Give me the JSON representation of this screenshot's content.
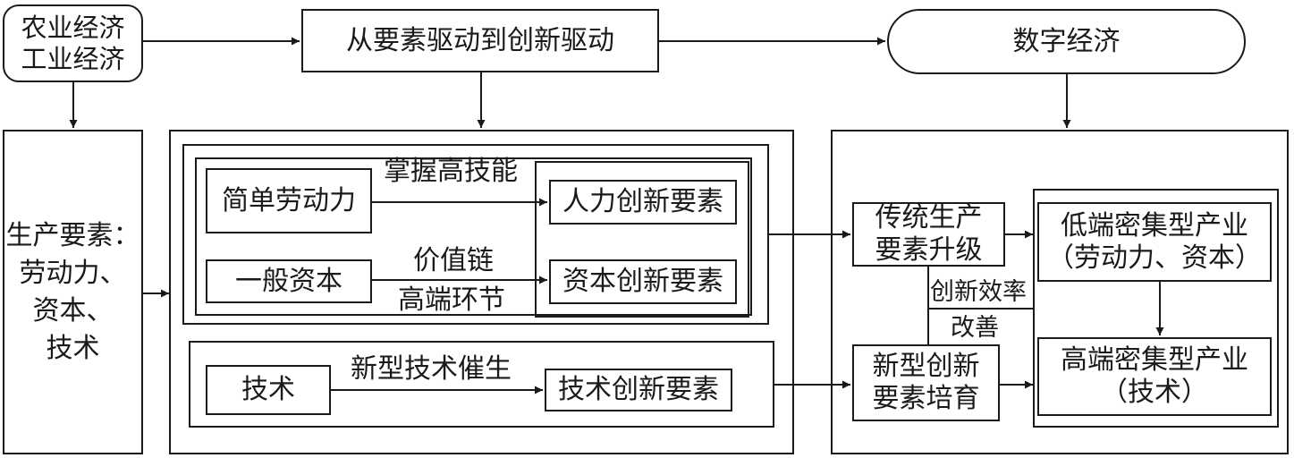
{
  "top": {
    "agri_industrial": [
      "农业经济",
      "工业经济"
    ],
    "transition": "从要素驱动到创新驱动",
    "digital": "数字经济"
  },
  "left_panel": {
    "text": [
      "生产要素：",
      "劳动力、",
      "资本、",
      "技术"
    ]
  },
  "middle_panel": {
    "simple_labor": "简单劳动力",
    "general_capital": "一般资本",
    "technology": "技术",
    "human_innovation": "人力创新要素",
    "capital_innovation": "资本创新要素",
    "tech_innovation": "技术创新要素",
    "edge_skill": "掌握高技能",
    "edge_value_1": "价值链",
    "edge_value_2": "高端环节",
    "edge_newtech": "新型技术催生"
  },
  "right_panel": {
    "traditional_upgrade": [
      "传统生产",
      "要素升级"
    ],
    "new_cultivation": [
      "新型创新",
      "要素培育"
    ],
    "efficiency_1": "创新效率",
    "efficiency_2": "改善",
    "low_end": [
      "低端密集型产业",
      "（劳动力、资本）"
    ],
    "high_end": [
      "高端密集型产业",
      "（技术）"
    ]
  }
}
